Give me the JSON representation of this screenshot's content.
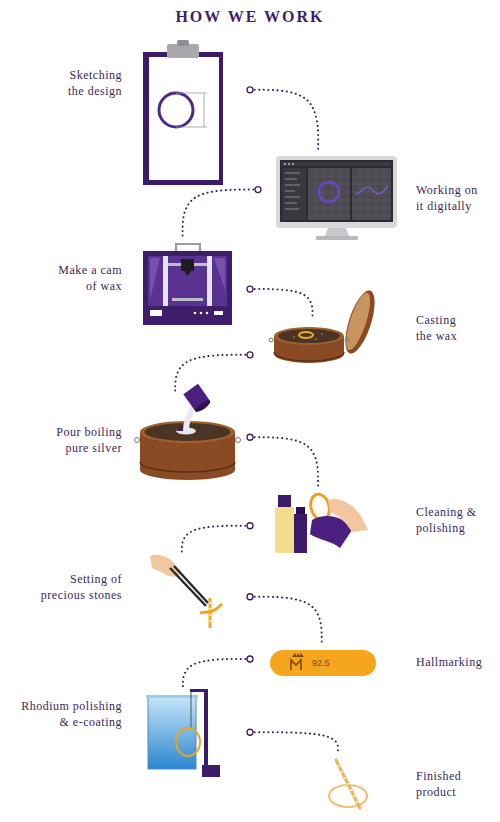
{
  "diagram": {
    "title": "HOW WE WORK",
    "nodes": [
      {
        "text": [
          "Sketching the design"
        ]
      },
      {
        "text": [
          "Working on it digitally"
        ]
      },
      {
        "text": [
          "Make a cam of wax"
        ]
      },
      {
        "text": [
          "Casting the wax"
        ]
      },
      {
        "text": [
          "Pour boiling pure silver"
        ]
      },
      {
        "text": [
          "Cleaning & polishing"
        ]
      },
      {
        "text": [
          "Setting of precious stones"
        ]
      },
      {
        "text": [
          "Hallmarking"
        ]
      },
      {
        "text": [
          "Rhodium polishing & e-coating"
        ]
      },
      {
        "text": [
          "Finished product"
        ]
      }
    ],
    "edges": [
      {
        "from": 0,
        "to": 1,
        "arrow": "none"
      },
      {
        "from": 1,
        "to": 2,
        "arrow": "none"
      },
      {
        "from": 2,
        "to": 3,
        "arrow": "none"
      },
      {
        "from": 3,
        "to": 4,
        "arrow": "none"
      },
      {
        "from": 4,
        "to": 5,
        "arrow": "none"
      },
      {
        "from": 5,
        "to": 6,
        "arrow": "none"
      },
      {
        "from": 6,
        "to": 7,
        "arrow": "none"
      },
      {
        "from": 7,
        "to": 8,
        "arrow": "none"
      },
      {
        "from": 8,
        "to": 9,
        "arrow": "none"
      }
    ],
    "labels": [
      "92.5"
    ]
  }
}
